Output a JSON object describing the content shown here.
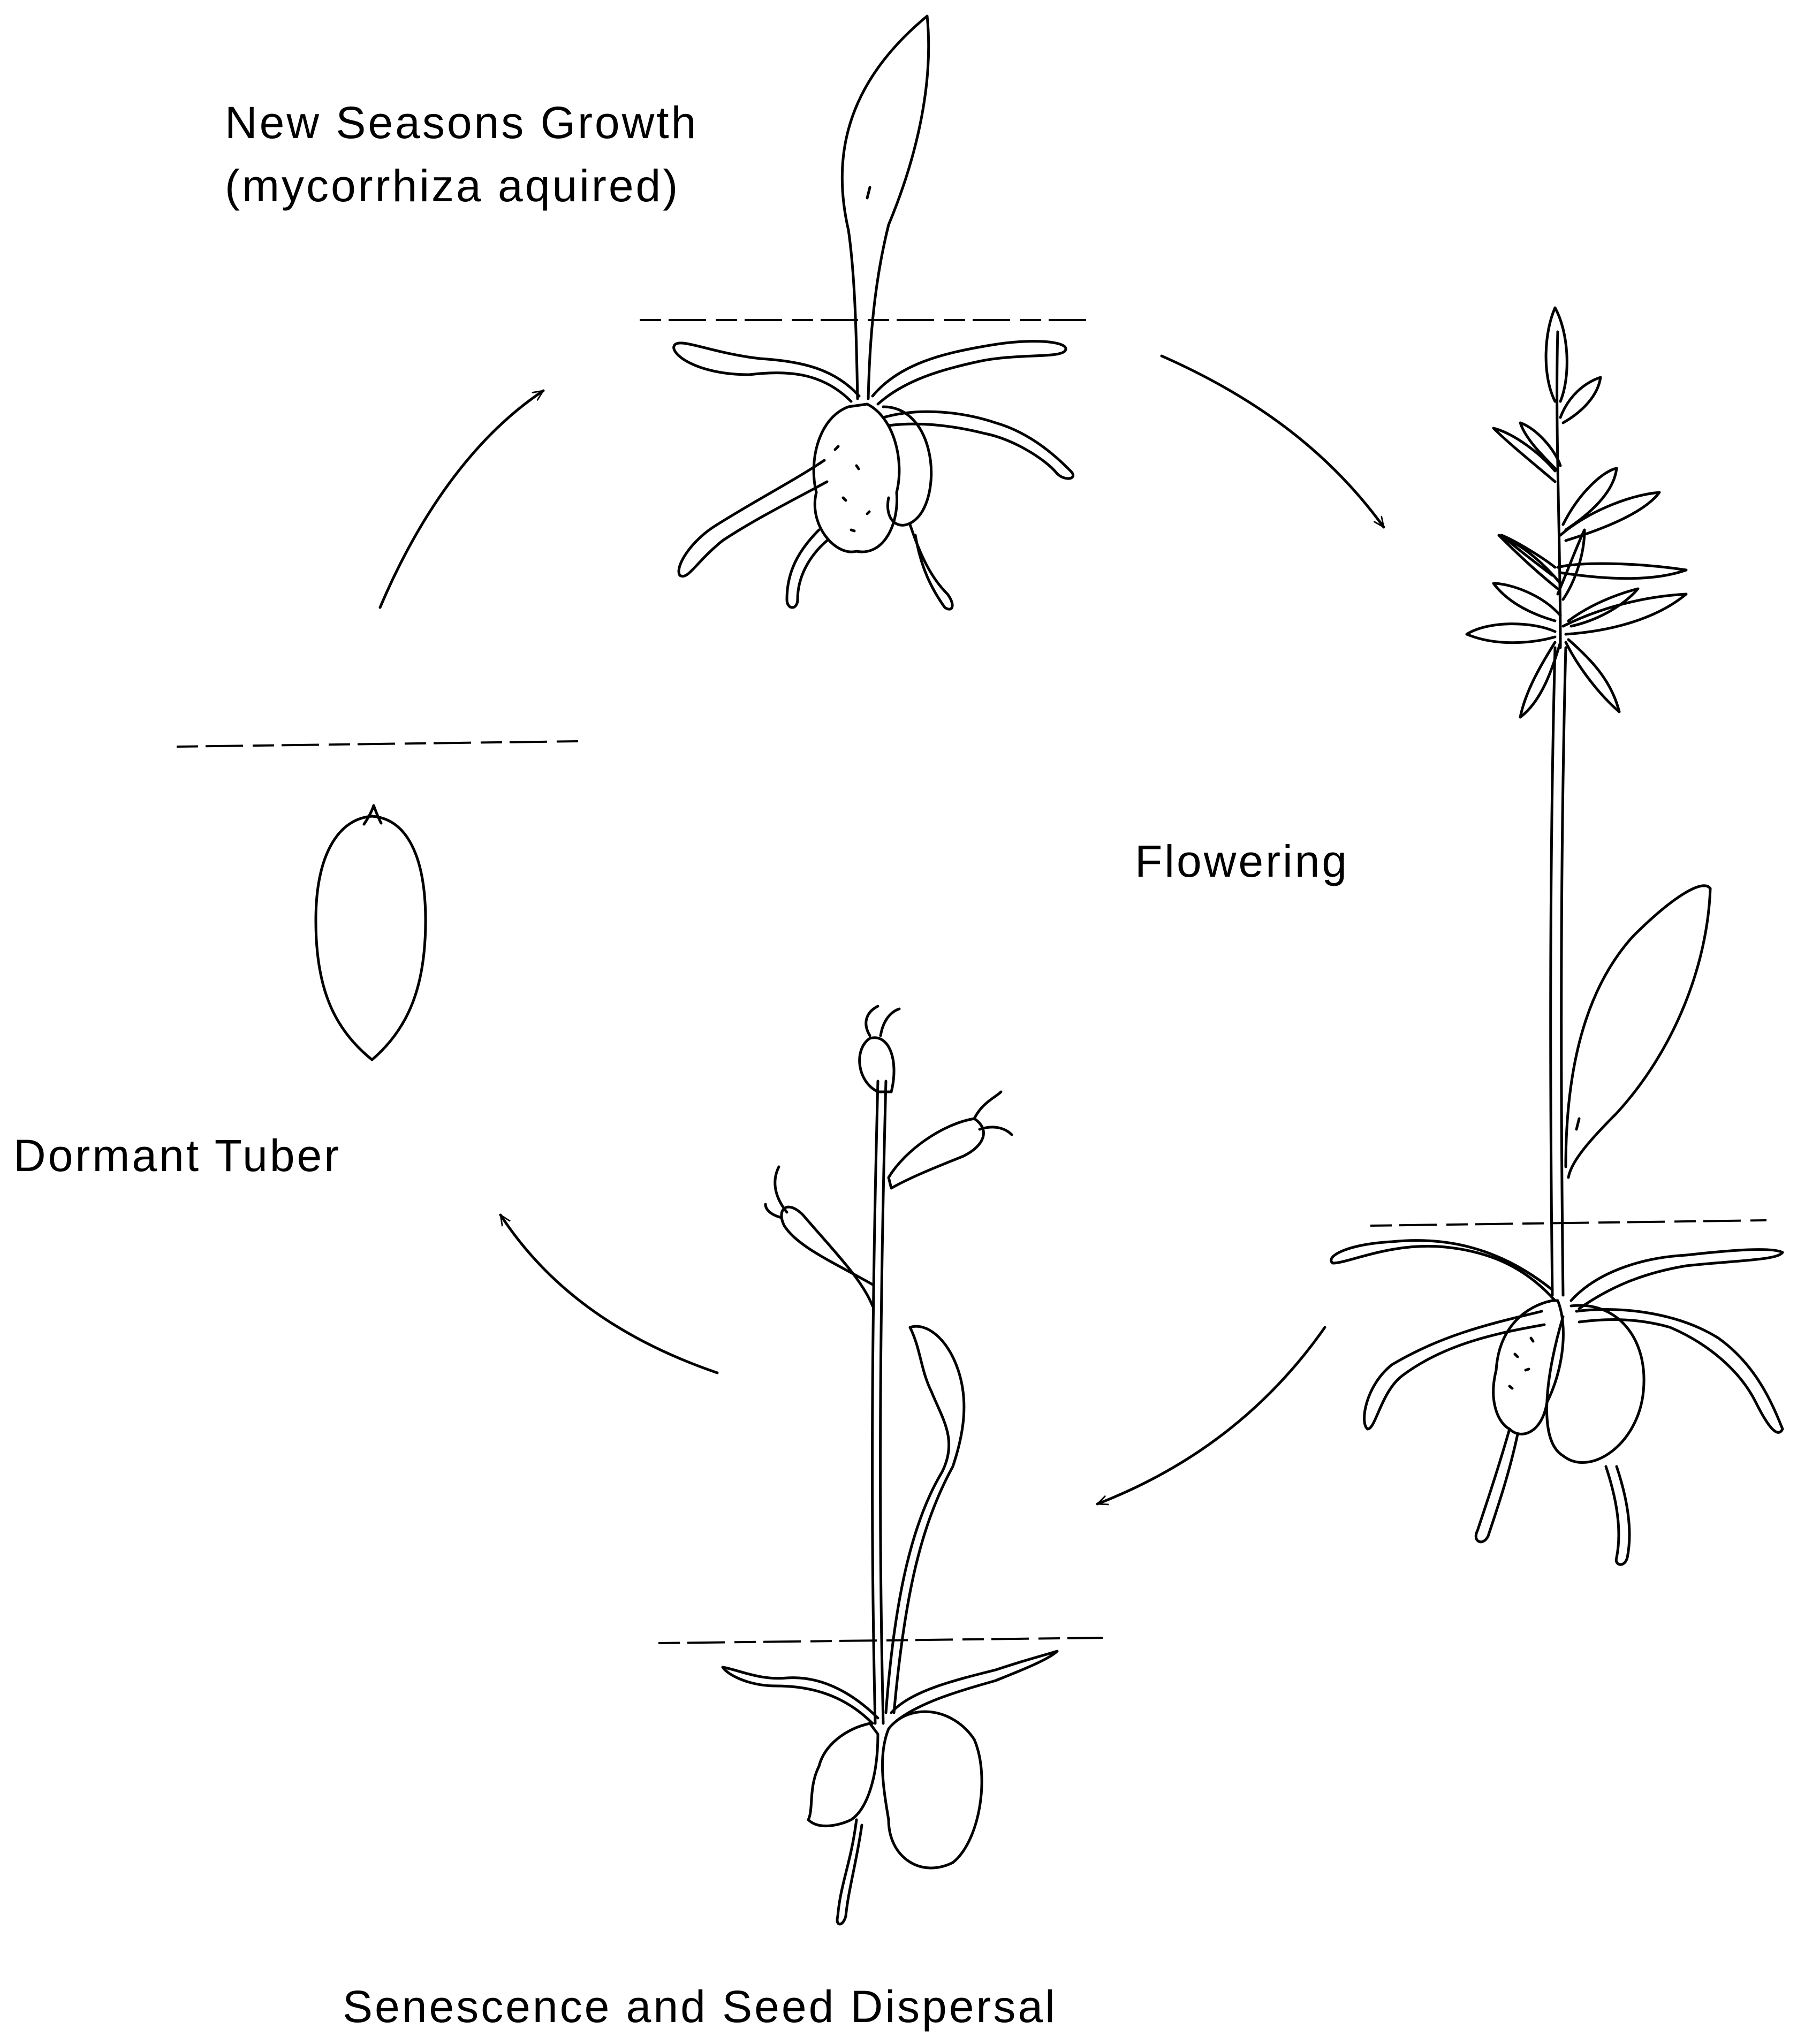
{
  "labels": {
    "new_growth_line1": "New Seasons Growth",
    "new_growth_line2": "(mycorrhiza  aquired)",
    "flowering": "Flowering",
    "dormant": "Dormant  Tuber",
    "senescence": "Senescence and Seed Dispersal"
  },
  "stages": [
    "new-seasons-growth",
    "flowering",
    "senescence-and-seed-dispersal",
    "dormant-tuber"
  ],
  "colors": {
    "ink": "#000000",
    "background": "#ffffff"
  }
}
